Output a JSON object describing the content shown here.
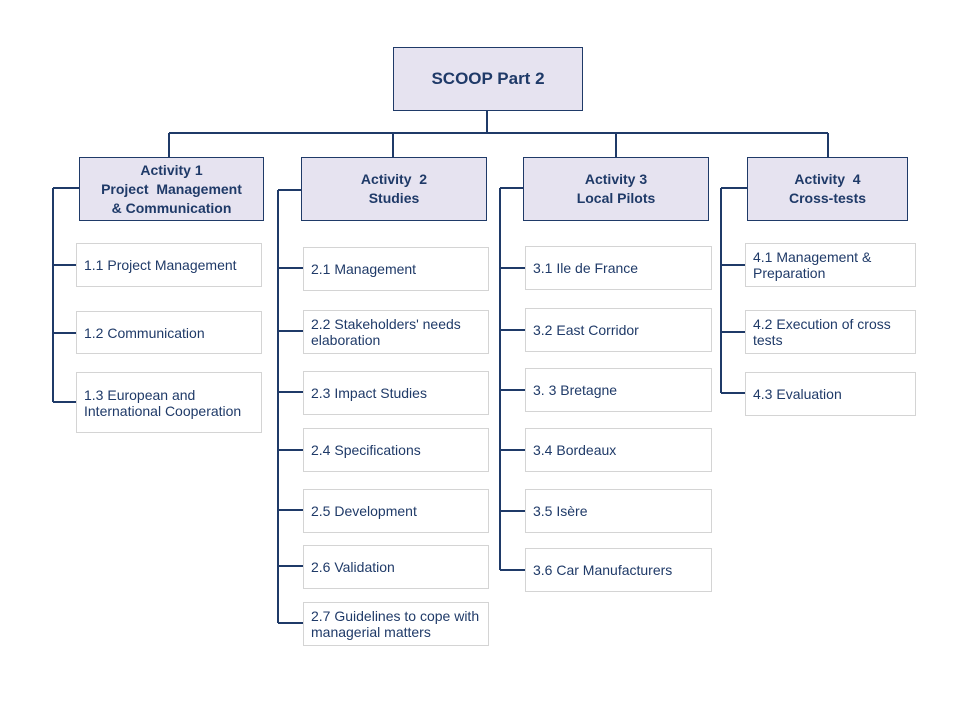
{
  "root": {
    "label": "SCOOP Part 2"
  },
  "colors": {
    "line": "#1f3a68",
    "header_fill": "#e6e3f0",
    "text": "#1f3a68",
    "task_border": "#d4d4d4"
  },
  "activities": [
    {
      "line1": "Activity 1",
      "line2": "Project  Management",
      "line3": "& Communication",
      "tasks": [
        {
          "label": "1.1 Project Management"
        },
        {
          "label": "1.2 Communication"
        },
        {
          "label": "1.3 European and International Cooperation"
        }
      ]
    },
    {
      "line1": "Activity  2",
      "line2": "Studies",
      "tasks": [
        {
          "label": "2.1 Management"
        },
        {
          "label": "2.2 Stakeholders' needs elaboration"
        },
        {
          "label": "2.3 Impact Studies"
        },
        {
          "label": "2.4 Specifications"
        },
        {
          "label": "2.5 Development"
        },
        {
          "label": "2.6 Validation"
        },
        {
          "label": "2.7 Guidelines to cope with managerial matters"
        }
      ]
    },
    {
      "line1": "Activity 3",
      "line2": "Local Pilots",
      "tasks": [
        {
          "label": "3.1 Ile de France"
        },
        {
          "label": "3.2 East Corridor"
        },
        {
          "label": "3. 3 Bretagne"
        },
        {
          "label": "3.4 Bordeaux"
        },
        {
          "label": "3.5 Isère"
        },
        {
          "label": "3.6 Car Manufacturers"
        }
      ]
    },
    {
      "line1": "Activity  4",
      "line2": "Cross-tests",
      "tasks": [
        {
          "label": "4.1 Management & Preparation"
        },
        {
          "label": "4.2 Execution of cross tests"
        },
        {
          "label": "4.3 Evaluation"
        }
      ]
    }
  ]
}
